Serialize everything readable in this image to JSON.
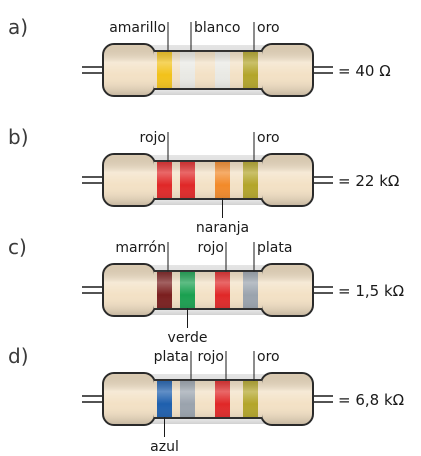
{
  "colors": {
    "body": "#f3e1c5",
    "outline": "#2a2a2a",
    "lead": "#1a1a1a",
    "text": "#1a1a1a",
    "amarillo": "#f2c21a",
    "blanco": "#e9e9e4",
    "oro": "#b3a52a",
    "rojo": "#e02828",
    "naranja": "#f28a2a",
    "marron": "#7a1e1e",
    "verde": "#1aa050",
    "plata": "#9aa3ad",
    "azul": "#1e5fae"
  },
  "resistors": [
    {
      "item": "a)",
      "value": "= 40 Ω",
      "bands": [
        {
          "color": "amarillo",
          "label": "amarillo",
          "label_side": "top"
        },
        {
          "color": "blanco",
          "label": "blanco",
          "label_side": "top"
        },
        {
          "color": "blanco",
          "label": "",
          "label_side": "none"
        },
        {
          "color": "oro",
          "label": "oro",
          "label_side": "top"
        }
      ]
    },
    {
      "item": "b)",
      "value": "= 22 kΩ",
      "bands": [
        {
          "color": "rojo",
          "label": "rojo",
          "label_side": "top"
        },
        {
          "color": "rojo",
          "label": "",
          "label_side": "none"
        },
        {
          "color": "naranja",
          "label": "naranja",
          "label_side": "bottom"
        },
        {
          "color": "oro",
          "label": "oro",
          "label_side": "top"
        }
      ]
    },
    {
      "item": "c)",
      "value": "= 1,5 kΩ",
      "bands": [
        {
          "color": "marron",
          "label": "marrón",
          "label_side": "top"
        },
        {
          "color": "verde",
          "label": "verde",
          "label_side": "bottom"
        },
        {
          "color": "rojo",
          "label": "rojo",
          "label_side": "top"
        },
        {
          "color": "plata",
          "label": "plata",
          "label_side": "top"
        }
      ]
    },
    {
      "item": "d)",
      "value": "= 6,8 kΩ",
      "bands": [
        {
          "color": "azul",
          "label": "azul",
          "label_side": "bottom"
        },
        {
          "color": "plata",
          "label": "plata",
          "label_side": "top"
        },
        {
          "color": "rojo",
          "label": "rojo",
          "label_side": "top"
        },
        {
          "color": "oro",
          "label": "oro",
          "label_side": "top"
        }
      ]
    }
  ]
}
